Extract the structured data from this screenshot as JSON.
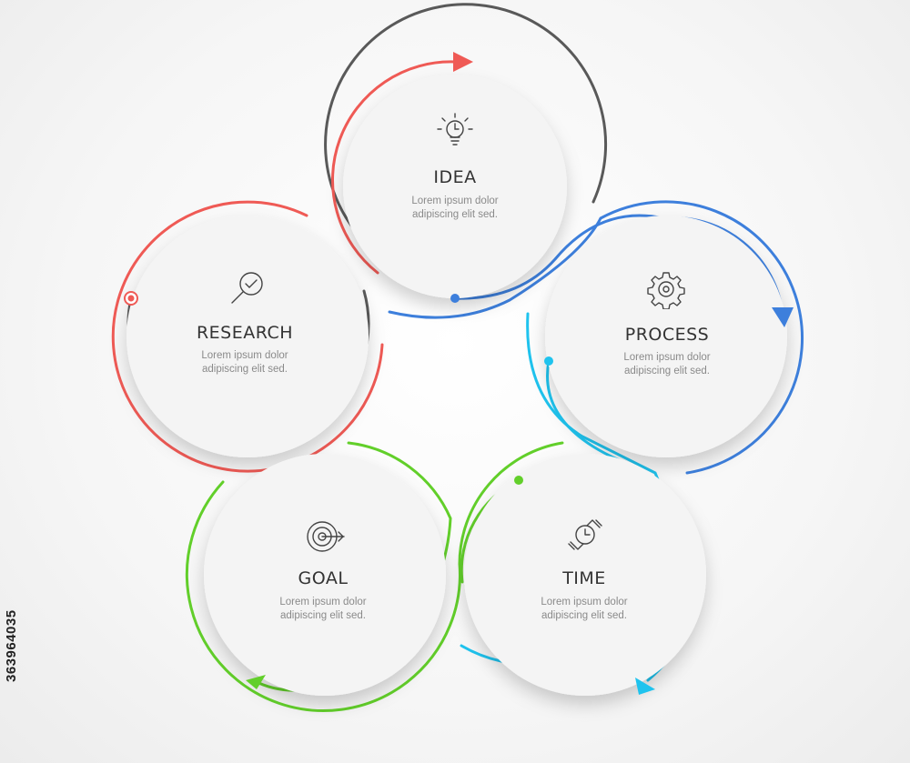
{
  "colors": {
    "research": "#ef5a55",
    "research_inner": "#595959",
    "idea": "#ef5a55",
    "idea_outer": "#595959",
    "process": "#3d7fdc",
    "time": "#1fc3ee",
    "goal": "#62cf2a"
  },
  "nodes": [
    {
      "key": "idea",
      "title": "IDEA",
      "desc_line1": "Lorem ipsum dolor",
      "desc_line2": "adipiscing elit sed.",
      "icon": "lightbulb-icon"
    },
    {
      "key": "research",
      "title": "RESEARCH",
      "desc_line1": "Lorem ipsum dolor",
      "desc_line2": "adipiscing elit sed.",
      "icon": "magnifier-check-icon"
    },
    {
      "key": "process",
      "title": "PROCESS",
      "desc_line1": "Lorem ipsum dolor",
      "desc_line2": "adipiscing elit sed.",
      "icon": "gear-icon"
    },
    {
      "key": "goal",
      "title": "GOAL",
      "desc_line1": "Lorem ipsum dolor",
      "desc_line2": "adipiscing elit sed.",
      "icon": "target-icon"
    },
    {
      "key": "time",
      "title": "TIME",
      "desc_line1": "Lorem ipsum dolor",
      "desc_line2": "adipiscing elit sed.",
      "icon": "watch-icon"
    }
  ],
  "stock_id": "363964035"
}
